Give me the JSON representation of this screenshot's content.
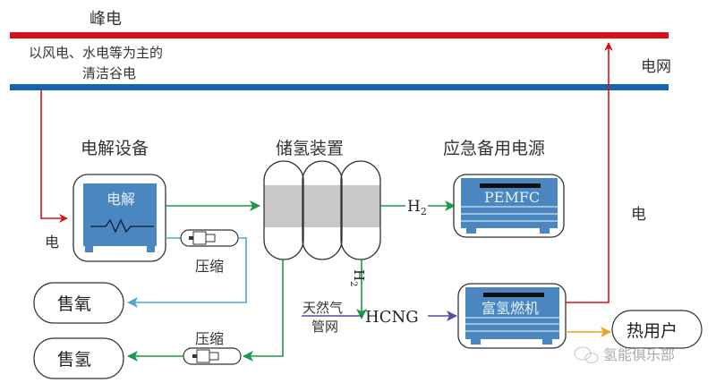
{
  "grid": {
    "peak_label": "峰电",
    "valley_label_line1": "以风电、水电等为主的",
    "valley_label_line2": "清洁谷电",
    "grid_label": "电网",
    "peak_color": "#d9101e",
    "valley_color": "#1565b0"
  },
  "electrolysis": {
    "title": "电解设备",
    "box_label": "电解",
    "input_label": "电"
  },
  "storage": {
    "title": "储氢装置"
  },
  "backup_power": {
    "title": "应急备用电源",
    "box_label": "PEMFC"
  },
  "compressors": {
    "oxygen_label": "压缩",
    "hydrogen_label": "压缩"
  },
  "outputs": {
    "sell_oxygen": "售氧",
    "sell_hydrogen": "售氢",
    "heat_user": "热用户"
  },
  "flows": {
    "h2_main": "H",
    "h2_main_sub": "2",
    "h2_down": "H",
    "h2_down_sub": "2",
    "natural_gas_line1": "天然气",
    "natural_gas_line2": "管网",
    "hcng": "HCNG",
    "electricity_return": "电"
  },
  "turbine": {
    "box_label": "富氢燃机"
  },
  "colors": {
    "hydrogen_flow": "#1a9a4a",
    "oxygen_flow": "#4aa8d8",
    "hcng_flow": "#5a4aa0",
    "heat_flow": "#f0a020",
    "equipment_blue": "#4a86c0",
    "tank_gray": "#c8c8c8"
  },
  "watermark": "氢能俱乐部"
}
